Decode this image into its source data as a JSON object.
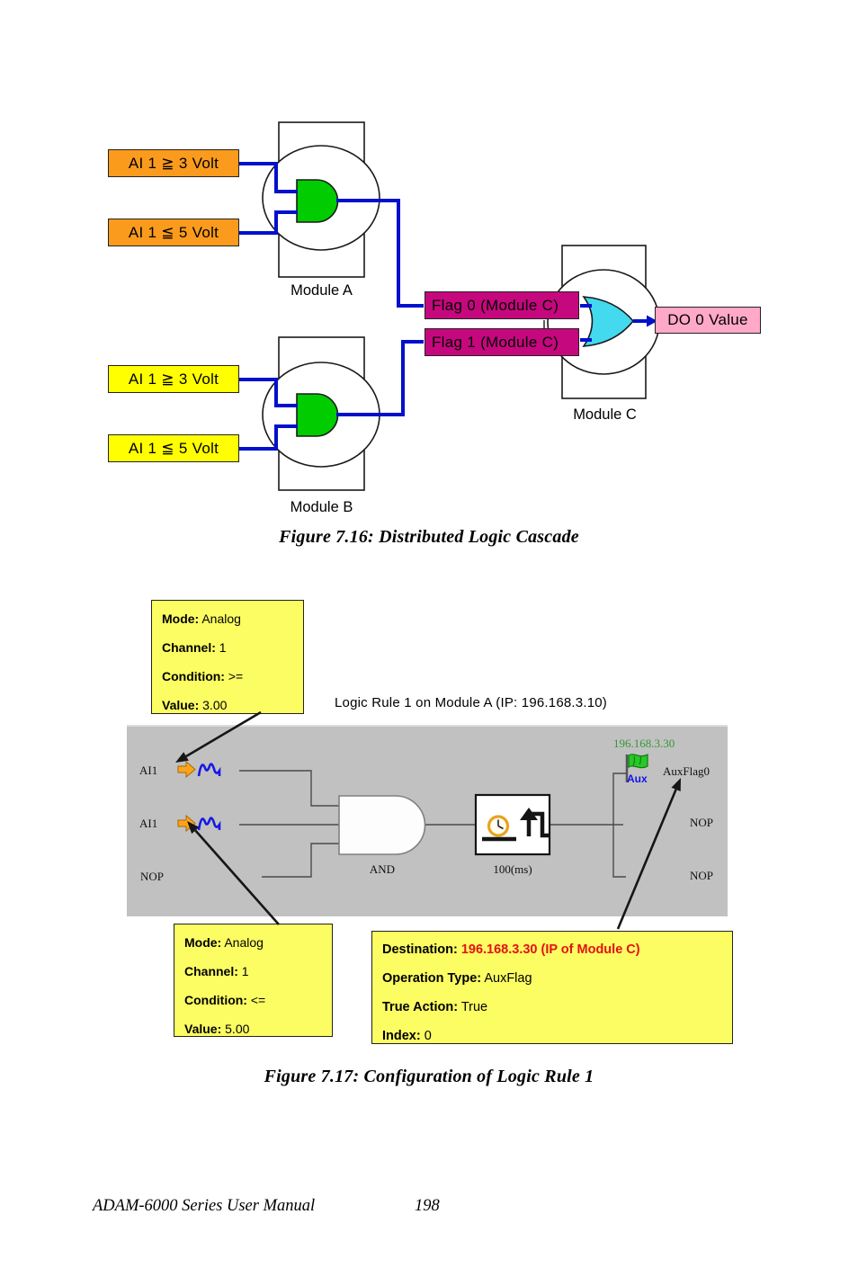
{
  "fig716": {
    "caption": "Figure 7.16:  Distributed Logic Cascade",
    "module_a": {
      "label": "Module A",
      "input1": "AI 1 ≧ 3 Volt",
      "input2": "AI 1 ≦ 5 Volt"
    },
    "module_b": {
      "label": "Module B",
      "input1": "AI 1 ≧ 3 Volt",
      "input2": "AI 1 ≦ 5 Volt"
    },
    "module_c": {
      "label": "Module C",
      "flag0": "Flag 0 (Module C)",
      "flag1": "Flag 1 (Module C)",
      "output": "DO 0 Value"
    }
  },
  "fig717": {
    "caption": "Figure 7.17: Configuration of Logic Rule 1",
    "title": "Logic Rule 1 on Module A (IP: 196.168.3.10)",
    "note_condition1": {
      "mode_label": "Mode:",
      "mode": "Analog",
      "channel_label": "Channel:",
      "channel": "1",
      "condition_label": "Condition:",
      "condition": ">=",
      "value_label": "Value:",
      "value": "3.00"
    },
    "note_condition2": {
      "mode_label": "Mode:",
      "mode": "Analog",
      "channel_label": "Channel:",
      "channel": "1",
      "condition_label": "Condition:",
      "condition": "<=",
      "value_label": "Value:",
      "value": "5.00"
    },
    "note_destination": {
      "destination_label": "Destination:",
      "destination": "196.168.3.30 (IP of Module C)",
      "operation_label": "Operation Type:",
      "operation": "AuxFlag",
      "true_action_label": "True Action:",
      "true_action": "True",
      "index_label": "Index:",
      "index": "0"
    },
    "panel": {
      "input1": "AI1",
      "input2": "AI1",
      "input3": "NOP",
      "gate": "AND",
      "delay": "100(ms)",
      "dest_ip": "196.168.3.30",
      "aux": "Aux",
      "output1": "AuxFlag0",
      "output2": "NOP",
      "output3": "NOP"
    }
  },
  "footer": {
    "manual": "ADAM-6000 Series User Manual",
    "page": "198"
  },
  "colors": {
    "orange": "#FB9B1D",
    "yellow": "#FFFF00",
    "note_yellow": "#FCFC63",
    "magenta": "#C6087E",
    "pink": "#FFA8C8",
    "green_gate": "#00CC00",
    "cyan_gate": "#43D9EE",
    "blue_line": "#0010CC",
    "panel_gray": "#C1C1C1",
    "ip_green": "#339933",
    "red_text": "#E31212"
  }
}
